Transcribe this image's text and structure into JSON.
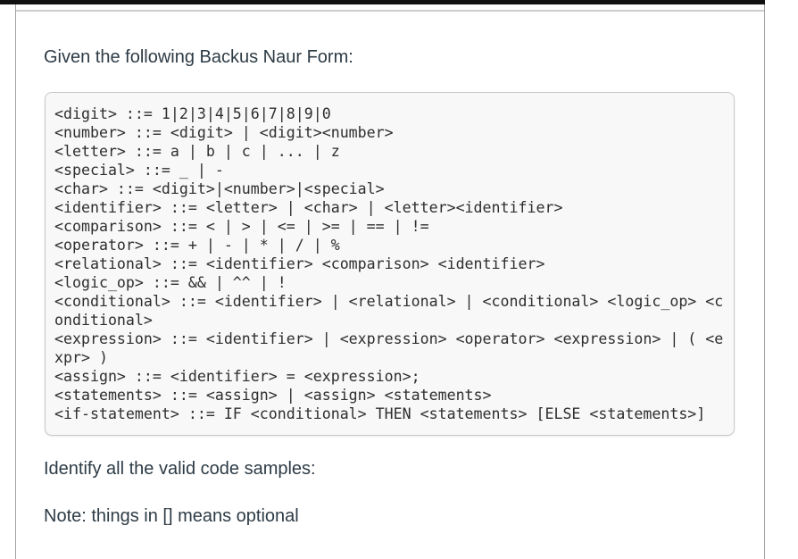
{
  "question": {
    "prompt": "Given the following Backus Naur Form:",
    "bnf_rules": [
      "<digit> ::= 1|2|3|4|5|6|7|8|9|0",
      "<number> ::= <digit> | <digit><number>",
      "<letter> ::= a | b | c | ... | z",
      "<special> ::= _ | -",
      "<char> ::= <digit>|<number>|<special>",
      "<identifier> ::= <letter> | <char> | <letter><identifier>",
      "<comparison> ::= < | > | <= | >= | == | !=",
      "<operator> ::= + | - | * | / | %",
      "<relational> ::= <identifier> <comparison> <identifier>",
      "<logic_op> ::= && | ^^ | !",
      "<conditional> ::= <identifier> | <relational> | <conditional> <logic_op> <conditional>",
      "<expression> ::= <identifier> | <expression> <operator> <expression> | ( <expr> )",
      "<assign> ::= <identifier> = <expression>;",
      "<statements> ::= <assign> | <assign> <statements>",
      "<if-statement> ::= IF <conditional> THEN <statements> [ELSE <statements>]"
    ],
    "instruction": "Identify all the valid code samples:",
    "note": "Note: things in [] means optional"
  },
  "colors": {
    "top_bar": "#111111",
    "panel_border": "#a0a0a0",
    "panel_rule": "#cccccc",
    "text": "#2d3b45",
    "code_bg": "#f8f8f8",
    "code_border": "#c9c9c9",
    "code_text": "#2e2e2e"
  }
}
